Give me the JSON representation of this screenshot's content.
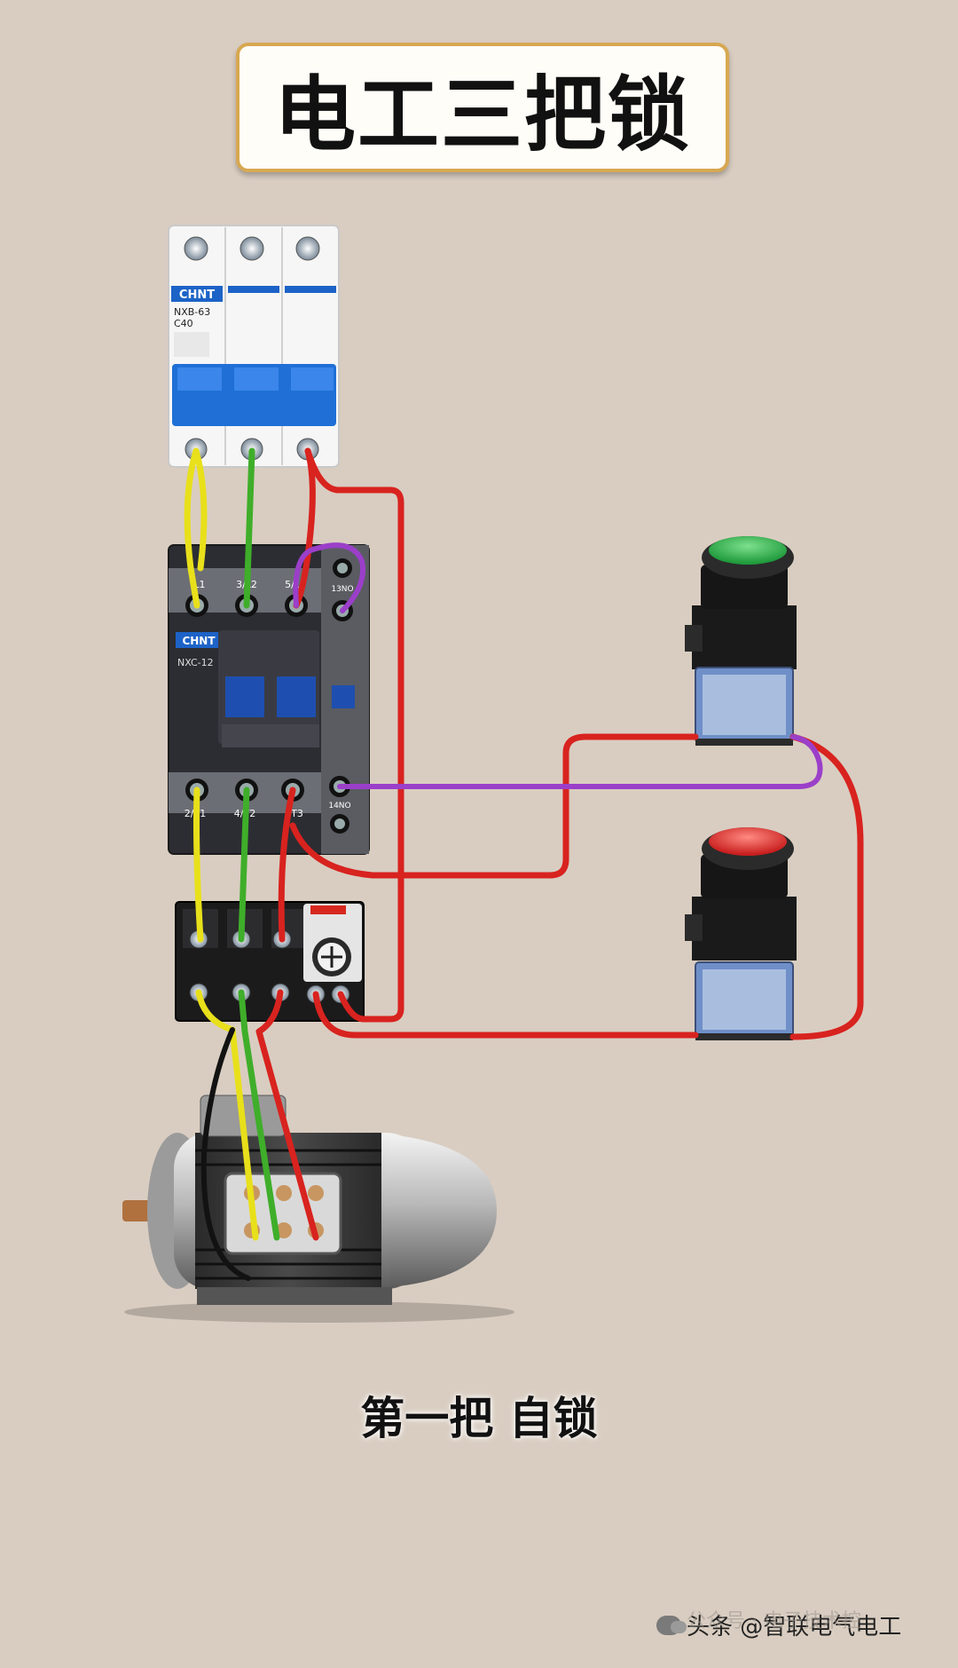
{
  "title": "电工三把锁",
  "caption": "第一把 自锁",
  "breaker": {
    "brand": "CHNT",
    "model": "NXB-63",
    "rating": "C40"
  },
  "contactor": {
    "brand": "CHNT",
    "model": "NXC-12",
    "top_terminals": [
      "L1",
      "3/L2",
      "5/L3",
      "13NO"
    ],
    "bottom_terminals": [
      "2/T1",
      "4/T2",
      "T3",
      "14NO"
    ]
  },
  "watermark": {
    "faded": "公众号 · 电子技术控",
    "text": "头条 @智联电气电工"
  },
  "colors": {
    "phase_a": "#e8e01a",
    "phase_b": "#3fae2a",
    "phase_c": "#d8231f",
    "aux": "#9b3fc9",
    "start_button": "#2fb34a",
    "stop_button": "#e0393a"
  }
}
